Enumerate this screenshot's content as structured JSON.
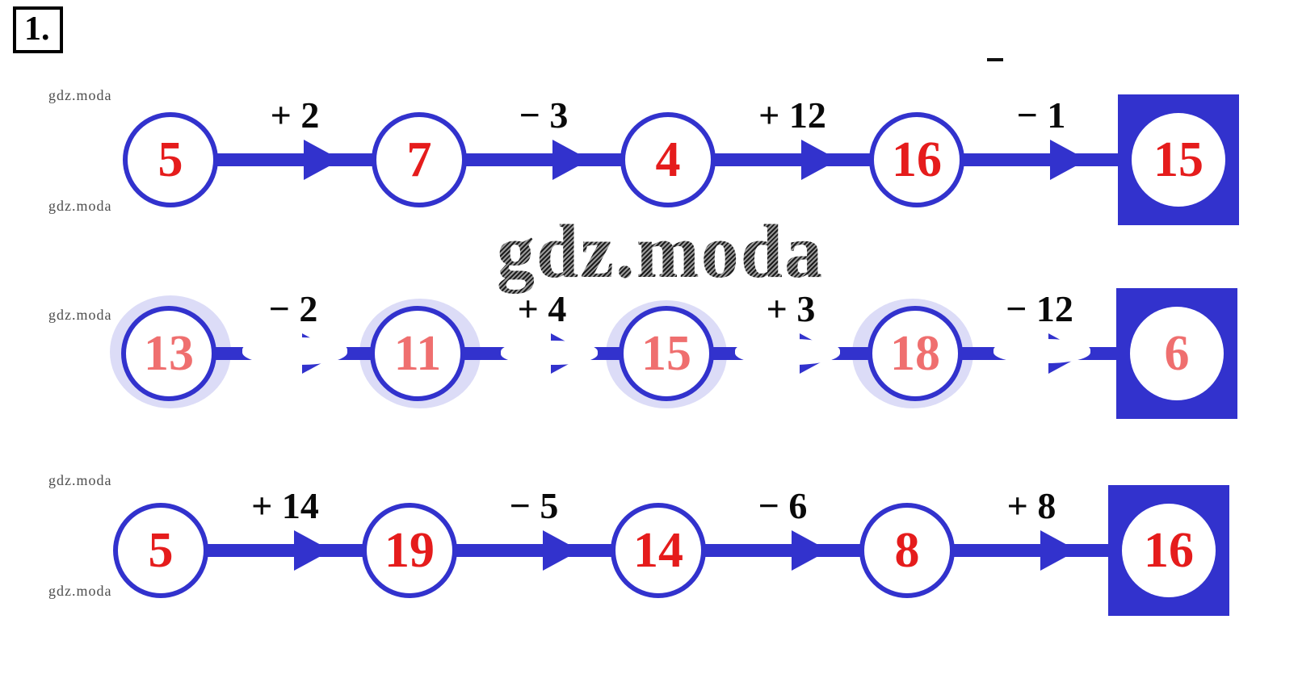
{
  "exercise": {
    "number": "1."
  },
  "watermarks": {
    "small_text": "gdz.moda",
    "large_text": "gdz.moda"
  },
  "chains": [
    {
      "nodes": [
        "5",
        "7",
        "4",
        "16",
        "15"
      ],
      "ops": [
        "+ 2",
        "− 3",
        "+ 12",
        "− 1"
      ]
    },
    {
      "nodes": [
        "13",
        "11",
        "15",
        "18",
        "6"
      ],
      "ops": [
        "− 2",
        "+ 4",
        "+ 3",
        "− 12"
      ]
    },
    {
      "nodes": [
        "5",
        "19",
        "14",
        "8",
        "16"
      ],
      "ops": [
        "+ 14",
        "− 5",
        "− 6",
        "+ 8"
      ]
    }
  ],
  "colors": {
    "chain_blue": "#3232cd",
    "number_red": "#e51c1c",
    "faded_number_red": "#ef6f6f",
    "operation_black": "#0a0a0a",
    "watermark_gray": "#4d4d4d"
  }
}
